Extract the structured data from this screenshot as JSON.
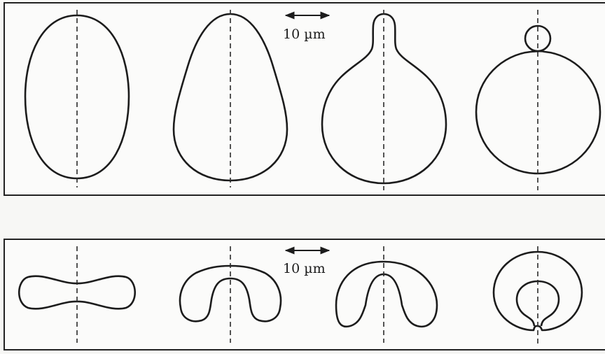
{
  "figure": {
    "top_row": {
      "scale_bar_label": "10 µm",
      "shapes": [
        "prolate-ellipsoid-vesicle",
        "pear-shaped-vesicle",
        "budding-vesicle",
        "budded-vesicle"
      ]
    },
    "bottom_row": {
      "scale_bar_label": "10 µm",
      "shapes": [
        "dumbbell-vesicle",
        "arched-vesicle",
        "horseshoe-vesicle",
        "ring-vesicle"
      ]
    },
    "colors": {
      "stroke": "#1c1c1c",
      "panel_border": "#222222",
      "background": "#fbfbfa"
    }
  }
}
